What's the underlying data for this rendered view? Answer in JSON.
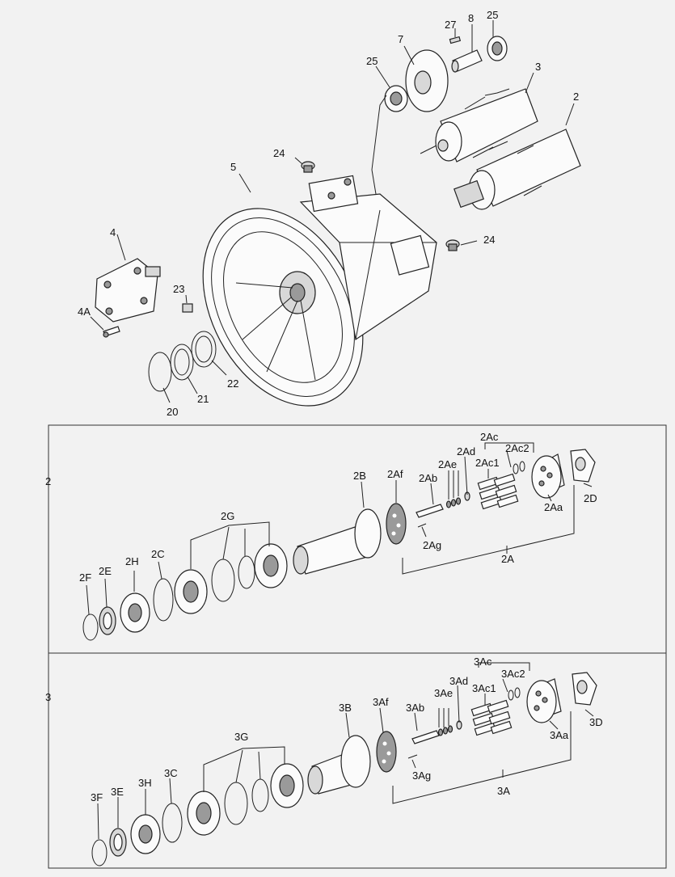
{
  "labels": {
    "p27": "27",
    "p8": "8",
    "p25a": "25",
    "p7": "7",
    "p25b": "25",
    "p3": "3",
    "p2": "2",
    "p24a": "24",
    "p5": "5",
    "p4": "4",
    "p24b": "24",
    "p23": "23",
    "p4A": "4A",
    "p22": "22",
    "p21": "21",
    "p20": "20"
  },
  "section2": {
    "side": "2",
    "labels": {
      "c": "2Ac",
      "ad": "2Ad",
      "c2": "2Ac2",
      "ae": "2Ae",
      "c1": "2Ac1",
      "b": "2B",
      "af": "2Af",
      "ab": "2Ab",
      "d": "2D",
      "aa": "2Aa",
      "g": "2G",
      "ag": "2Ag",
      "a": "2A",
      "h": "2H",
      "cc": "2C",
      "e": "2E",
      "f": "2F"
    }
  },
  "section3": {
    "side": "3",
    "labels": {
      "c": "3Ac",
      "c2": "3Ac2",
      "ad": "3Ad",
      "c1": "3Ac1",
      "ae": "3Ae",
      "af": "3Af",
      "ab": "3Ab",
      "b": "3B",
      "d": "3D",
      "aa": "3Aa",
      "g": "3G",
      "ag": "3Ag",
      "a": "3A",
      "h": "3H",
      "cc": "3C",
      "e": "3E",
      "f": "3F"
    }
  }
}
